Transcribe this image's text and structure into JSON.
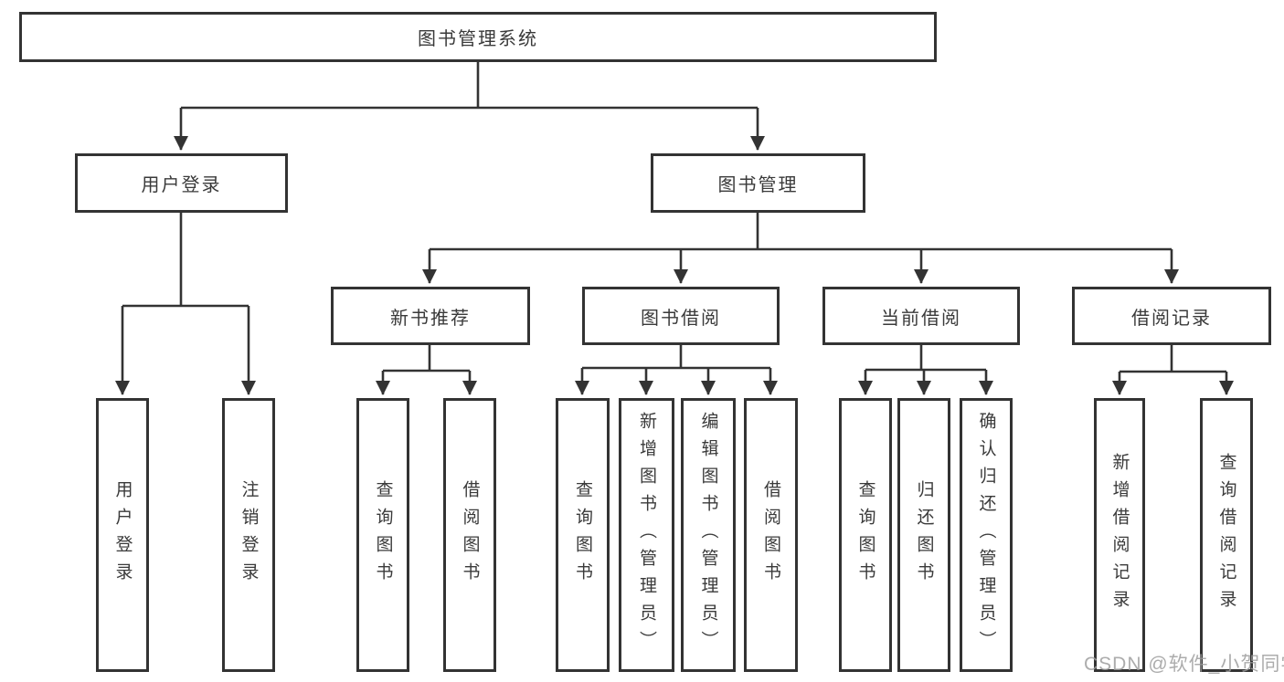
{
  "diagram": {
    "title": "图书管理系统",
    "root": {
      "id": "root",
      "label": "图书管理系统"
    },
    "level2": [
      {
        "id": "user-login",
        "label": "用户登录"
      },
      {
        "id": "book-management",
        "label": "图书管理"
      }
    ],
    "level3": [
      {
        "id": "new-book-recommend",
        "label": "新书推荐",
        "parent": "book-management"
      },
      {
        "id": "book-borrowing",
        "label": "图书借阅",
        "parent": "book-management"
      },
      {
        "id": "current-borrowing",
        "label": "当前借阅",
        "parent": "book-management"
      },
      {
        "id": "borrowing-records",
        "label": "借阅记录",
        "parent": "book-management"
      }
    ],
    "leaves": [
      {
        "id": "user-login-action",
        "label": "用户登录",
        "parent": "user-login"
      },
      {
        "id": "logout",
        "label": "注销登录",
        "parent": "user-login"
      },
      {
        "id": "query-book-recommend",
        "label": "查询图书",
        "parent": "new-book-recommend"
      },
      {
        "id": "borrow-book-recommend",
        "label": "借阅图书",
        "parent": "new-book-recommend"
      },
      {
        "id": "query-book-borrowing",
        "label": "查询图书",
        "parent": "book-borrowing"
      },
      {
        "id": "add-book-admin",
        "label": "新增图书（管理员）",
        "parent": "book-borrowing"
      },
      {
        "id": "edit-book-admin",
        "label": "编辑图书（管理员）",
        "parent": "book-borrowing"
      },
      {
        "id": "borrow-book",
        "label": "借阅图书",
        "parent": "book-borrowing"
      },
      {
        "id": "query-book-current",
        "label": "查询图书",
        "parent": "current-borrowing"
      },
      {
        "id": "return-book",
        "label": "归还图书",
        "parent": "current-borrowing"
      },
      {
        "id": "confirm-return-admin",
        "label": "确认归还（管理员）",
        "parent": "current-borrowing"
      },
      {
        "id": "add-borrow-record",
        "label": "新增借阅记录",
        "parent": "borrowing-records"
      },
      {
        "id": "query-borrow-record",
        "label": "查询借阅记录",
        "parent": "borrowing-records"
      }
    ],
    "watermark": "CSDN @软件_小贺同学",
    "colors": {
      "line": "#333333",
      "text": "#3a3a3a",
      "background": "#ffffff",
      "watermark": "#9e9e9e"
    }
  }
}
